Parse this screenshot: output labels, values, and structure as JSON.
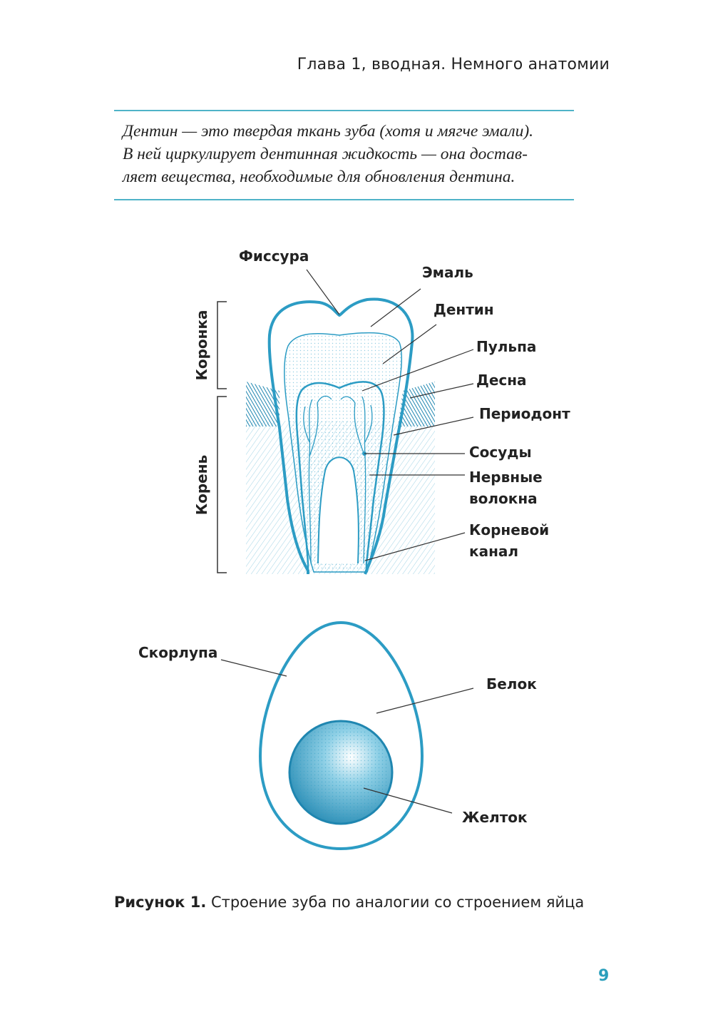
{
  "header": {
    "running_title": "Глава 1, вводная. Немного анатомии"
  },
  "callout": {
    "lines": [
      "Дентин — это твердая ткань зуба (хотя и мягче эмали).",
      "В ней циркулирует дентинная жидкость — она достав-",
      "ляет вещества, необходимые для обновления дентина."
    ]
  },
  "tooth_labels": {
    "fissure": "Фиссура",
    "enamel": "Эмаль",
    "dentin": "Дентин",
    "pulp": "Пульпа",
    "gum": "Десна",
    "periodontium": "Периодонт",
    "vessels": "Сосуды",
    "nerves_line1": "Нервные",
    "nerves_line2": "волокна",
    "root_canal_line1": "Корневой",
    "root_canal_line2": "канал",
    "crown": "Коронка",
    "root": "Корень"
  },
  "egg_labels": {
    "shell": "Скорлупа",
    "white": "Белок",
    "yolk": "Желток"
  },
  "caption": {
    "label": "Рисунок 1.",
    "text": " Строение зуба по аналогии со строением яйца"
  },
  "page_number": "9",
  "colors": {
    "accent": "#4fb3c8",
    "illustration_blue": "#2c9cc4",
    "text": "#222222"
  }
}
